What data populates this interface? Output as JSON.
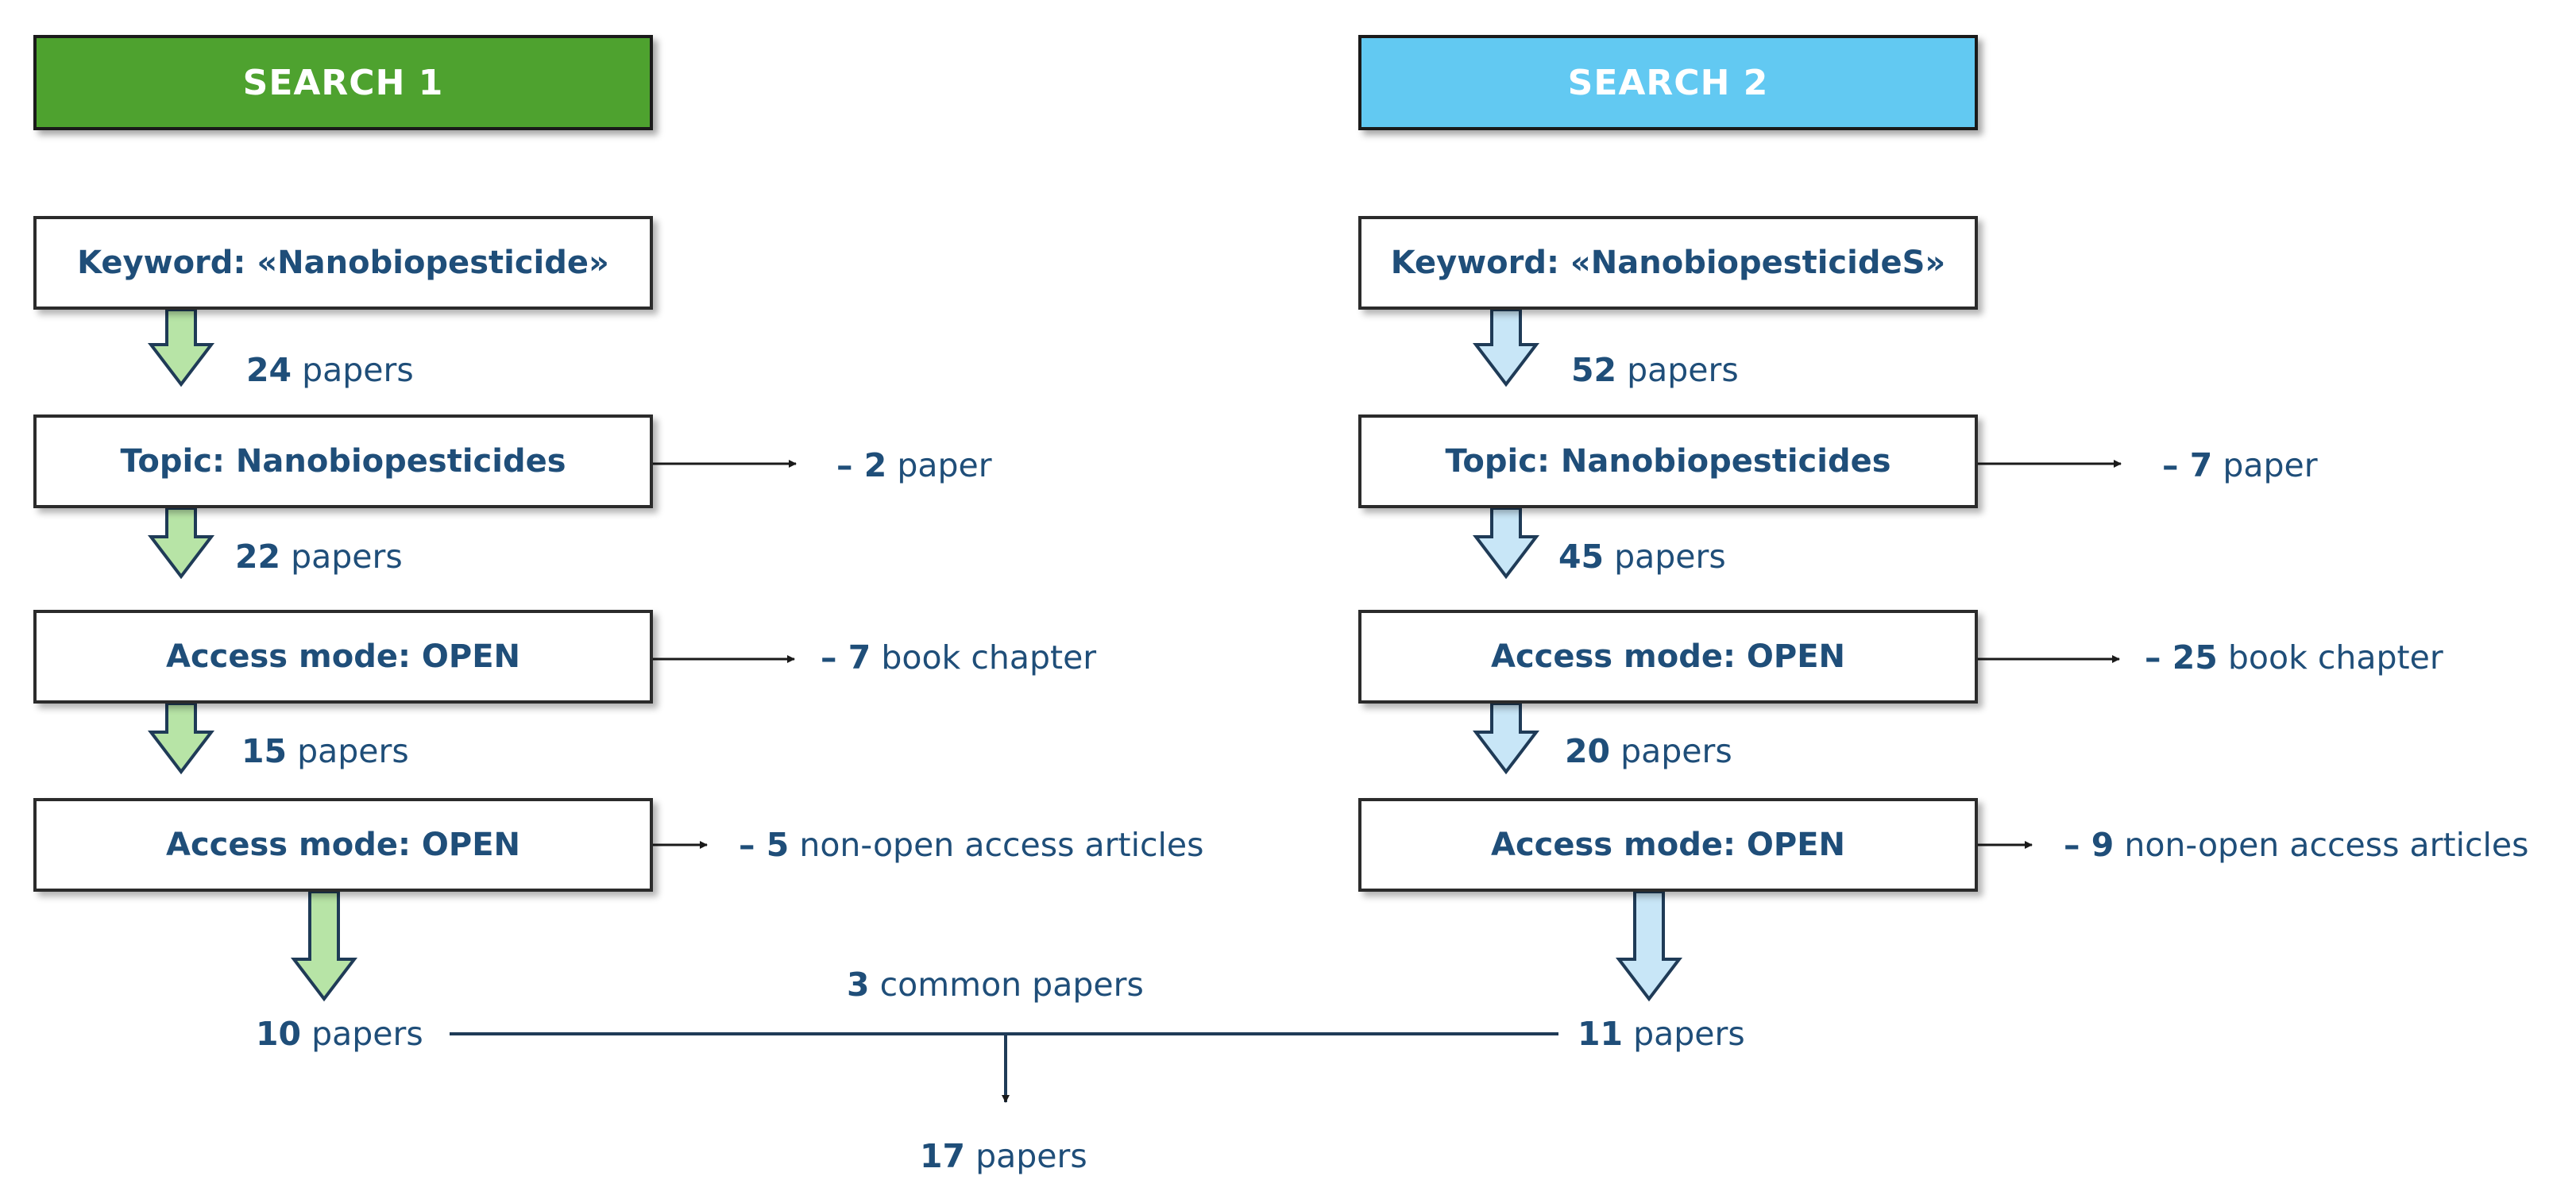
{
  "colors": {
    "search1_header": "#4ea22f",
    "search2_header": "#62c9f2",
    "search1_arrow_fill": "#b7e4a6",
    "search2_arrow_fill": "#c8e6f7",
    "arrow_stroke": "#1f3b57",
    "text": "#1f4e79",
    "line": "#1f3b57"
  },
  "search1": {
    "title": "SEARCH 1",
    "box1": "Keyword: «Nanobiopesticide»",
    "count1": {
      "num": "24",
      "unit": "papers"
    },
    "box2": "Topic: Nanobiopesticides",
    "excluded2": {
      "num": "– 2",
      "unit": "paper"
    },
    "count2": {
      "num": "22",
      "unit": "papers"
    },
    "box3": "Access mode: OPEN",
    "excluded3": {
      "num": "– 7",
      "unit": "book chapter"
    },
    "count3": {
      "num": "15",
      "unit": "papers"
    },
    "box4": "Access mode: OPEN",
    "excluded4": {
      "num": "– 5",
      "unit": "non-open access articles"
    },
    "final": {
      "num": "10",
      "unit": "papers"
    }
  },
  "search2": {
    "title": "SEARCH 2",
    "box1": "Keyword: «NanobiopesticideS»",
    "count1": {
      "num": "52",
      "unit": "papers"
    },
    "box2": "Topic: Nanobiopesticides",
    "excluded2": {
      "num": "– 7",
      "unit": "paper"
    },
    "count2": {
      "num": "45",
      "unit": "papers"
    },
    "box3": "Access mode: OPEN",
    "excluded3": {
      "num": "– 25",
      "unit": "book chapter"
    },
    "count3": {
      "num": "20",
      "unit": "papers"
    },
    "box4": "Access mode: OPEN",
    "excluded4": {
      "num": "– 9",
      "unit": "non-open access articles"
    },
    "final": {
      "num": "11",
      "unit": "papers"
    }
  },
  "merge": {
    "common": {
      "num": "3",
      "unit": "common papers"
    },
    "total": {
      "num": "17",
      "unit": "papers"
    }
  }
}
